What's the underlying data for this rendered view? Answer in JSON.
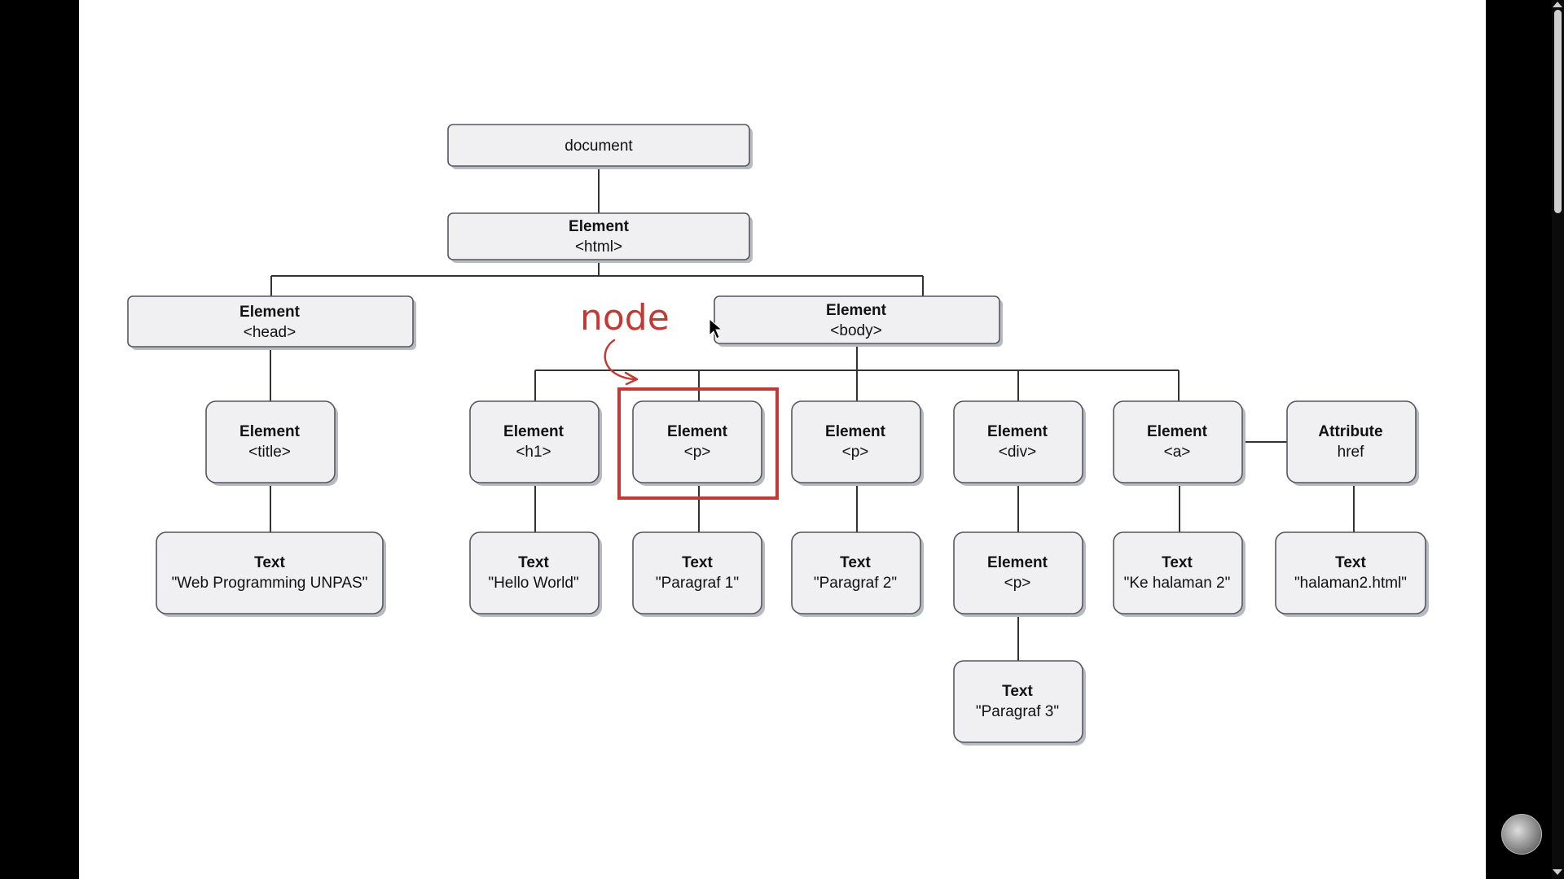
{
  "diagram": {
    "nodes": {
      "document": {
        "kind": "",
        "label": "document"
      },
      "html": {
        "kind": "Element",
        "label": "<html>"
      },
      "head": {
        "kind": "Element",
        "label": "<head>"
      },
      "body": {
        "kind": "Element",
        "label": "<body>"
      },
      "title": {
        "kind": "Element",
        "label": "<title>"
      },
      "title_text": {
        "kind": "Text",
        "label": "\"Web Programming UNPAS\""
      },
      "h1": {
        "kind": "Element",
        "label": "<h1>"
      },
      "h1_text": {
        "kind": "Text",
        "label": "\"Hello World\""
      },
      "p1": {
        "kind": "Element",
        "label": "<p>"
      },
      "p1_text": {
        "kind": "Text",
        "label": "\"Paragraf 1\""
      },
      "p2": {
        "kind": "Element",
        "label": "<p>"
      },
      "p2_text": {
        "kind": "Text",
        "label": "\"Paragraf 2\""
      },
      "div": {
        "kind": "Element",
        "label": "<div>"
      },
      "div_p": {
        "kind": "Element",
        "label": "<p>"
      },
      "div_p_text": {
        "kind": "Text",
        "label": "\"Paragraf 3\""
      },
      "a": {
        "kind": "Element",
        "label": "<a>"
      },
      "a_text": {
        "kind": "Text",
        "label": "\"Ke halaman 2\""
      },
      "href": {
        "kind": "Attribute",
        "label": "href"
      },
      "href_text": {
        "kind": "Text",
        "label": "\"halaman2.html\""
      }
    },
    "annotation": {
      "text": "node",
      "color": "#c23a35"
    }
  },
  "colors": {
    "node_fill": "#f0f0f3",
    "node_stroke": "#56565e",
    "highlight": "#c23a35"
  }
}
